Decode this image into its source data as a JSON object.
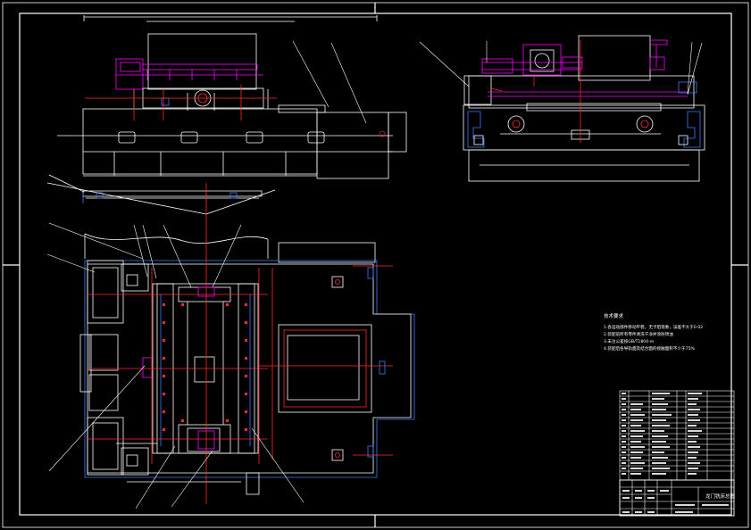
{
  "drawing": {
    "tech_notes": {
      "heading": "技术要求",
      "lines": [
        "1.各运动部件移动平稳，无卡阻现象，误差不大于0.02",
        "2.装配前所有零件清洗干净并涂防锈油",
        "3.未注公差按GB/T1804-m",
        "4.装配后各导轨面及结合面的接触面积不少于75%"
      ]
    },
    "title_block": {
      "title": "龙门铣床总图"
    },
    "colors": {
      "background": "#000000",
      "outline": "#ffffff",
      "accent_magenta": "#ff00ff",
      "accent_red": "#ff2a2a",
      "accent_blue": "#3b7bff"
    }
  }
}
